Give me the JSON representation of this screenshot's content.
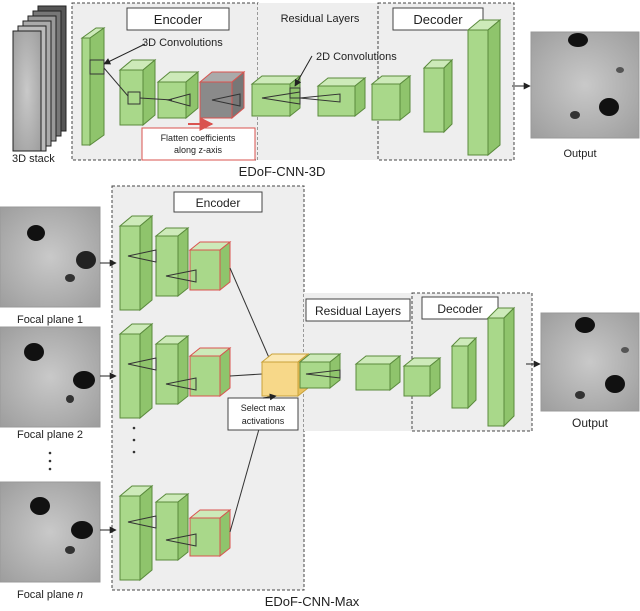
{
  "top": {
    "stack_label": "3D stack",
    "encoder_label": "Encoder",
    "conv3d_label": "3D Convolutions",
    "conv2d_label": "2D Convolutions",
    "residual_label": "Residual Layers",
    "decoder_label": "Decoder",
    "flatten_line1": "Flatten coefficients",
    "flatten_line2": "along z-axis",
    "output_label": "Output",
    "caption": "EDoF-CNN-3D"
  },
  "bottom": {
    "encoder_label": "Encoder",
    "residual_label": "Residual Layers",
    "decoder_label": "Decoder",
    "select_line1": "Select max",
    "select_line2": "activations",
    "focal_1": "Focal plane 1",
    "focal_2": "Focal plane 2",
    "focal_n_prefix": "Focal plane ",
    "focal_n_var": "n",
    "output_label": "Output",
    "caption": "EDoF-CNN-Max"
  },
  "colors": {
    "block_front": "#a9d88a",
    "block_side": "#8fc46c",
    "block_top": "#cdeab9",
    "max_block": "#f7d889",
    "gray_block": "#8a8a8a",
    "flatten_border": "#d9534f",
    "panel_bg": "#eeeeee"
  }
}
